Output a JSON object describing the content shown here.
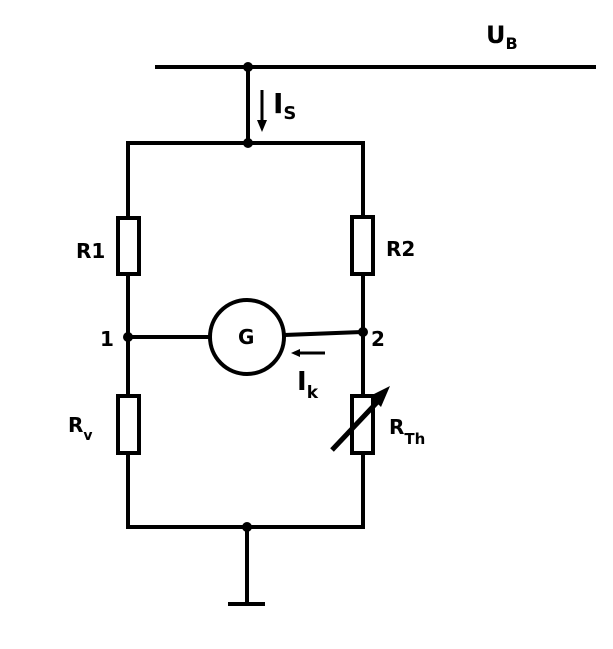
{
  "labels": {
    "supply": "U",
    "supply_sub": "B",
    "current_s": "I",
    "current_s_sub": "S",
    "r1": "R1",
    "r2": "R2",
    "node1": "1",
    "node2": "2",
    "galvanometer": "G",
    "current_k": "I",
    "current_k_sub": "k",
    "rv": "R",
    "rv_sub": "v",
    "rth": "R",
    "rth_sub": "Th"
  }
}
